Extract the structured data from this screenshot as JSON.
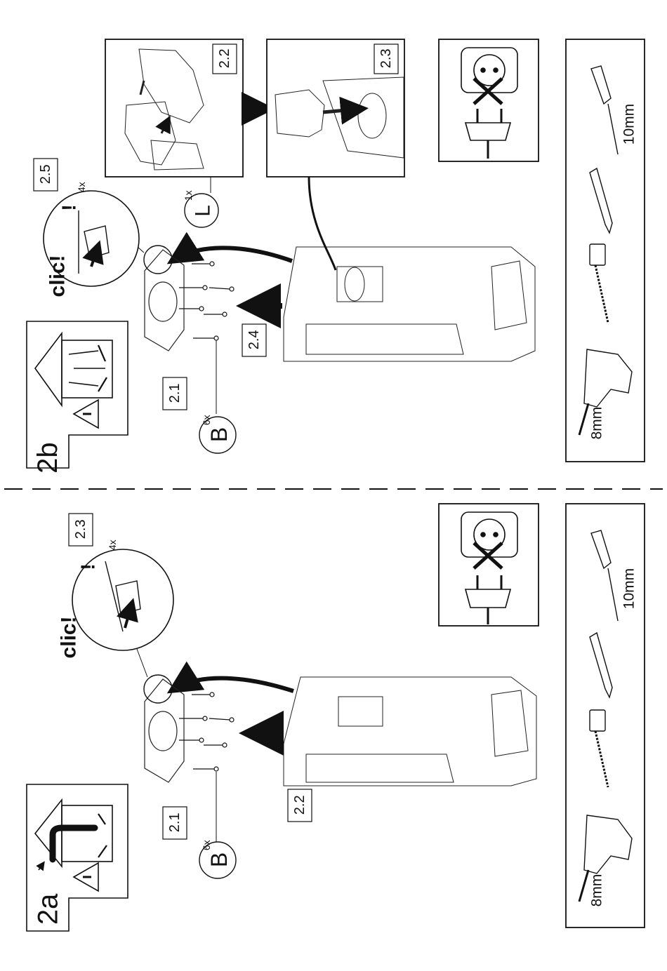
{
  "sections": [
    {
      "id": "2b",
      "label": "2b",
      "steps": [
        "2.1",
        "2.2",
        "2.3",
        "2.4",
        "2.5"
      ],
      "parts": [
        {
          "letter": "B",
          "qty": "6x"
        },
        {
          "letter": "L",
          "qty": "1x"
        }
      ],
      "click_text": "clic!",
      "click_qty": "4x",
      "mode_icon": "recirculation-mode-icon"
    },
    {
      "id": "2a",
      "label": "2a",
      "steps": [
        "2.1",
        "2.2",
        "2.3"
      ],
      "parts": [
        {
          "letter": "B",
          "qty": "6x"
        }
      ],
      "click_text": "clic!",
      "click_qty": "4x",
      "mode_icon": "extraction-mode-icon"
    }
  ],
  "tools": {
    "drill": "8mm",
    "screwdriver": "10mm",
    "items": [
      "drill-icon",
      "tape-measure-icon",
      "pencil-icon",
      "screwdriver-icon"
    ]
  },
  "warnings": {
    "unplug_icon": "unplug-power-icon",
    "attention_icon": "warning-triangle-icon"
  }
}
